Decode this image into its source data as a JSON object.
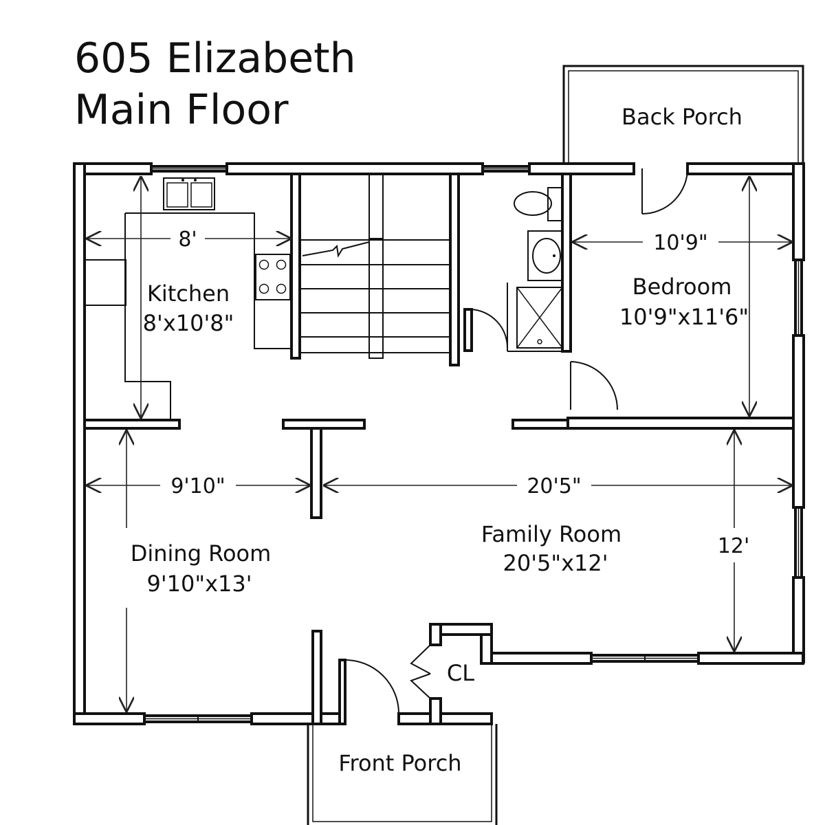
{
  "title": {
    "line1": "605 Elizabeth",
    "line2": "Main Floor"
  },
  "rooms": {
    "back_porch": "Back Porch",
    "kitchen": "Kitchen",
    "kitchen_size": "8'x10'8\"",
    "bedroom": "Bedroom",
    "bedroom_size": "10'9\"x11'6\"",
    "family_room": "Family Room",
    "family_room_size": "20'5\"x12'",
    "dining_room": "Dining Room",
    "dining_room_size": "9'10\"x13'",
    "closet": "CL",
    "front_porch": "Front Porch"
  },
  "dimensions": {
    "kitchen_width": "8'",
    "bedroom_width": "10'9\"",
    "dining_width": "9'10\"",
    "family_width": "20'5\"",
    "family_depth": "12'"
  }
}
